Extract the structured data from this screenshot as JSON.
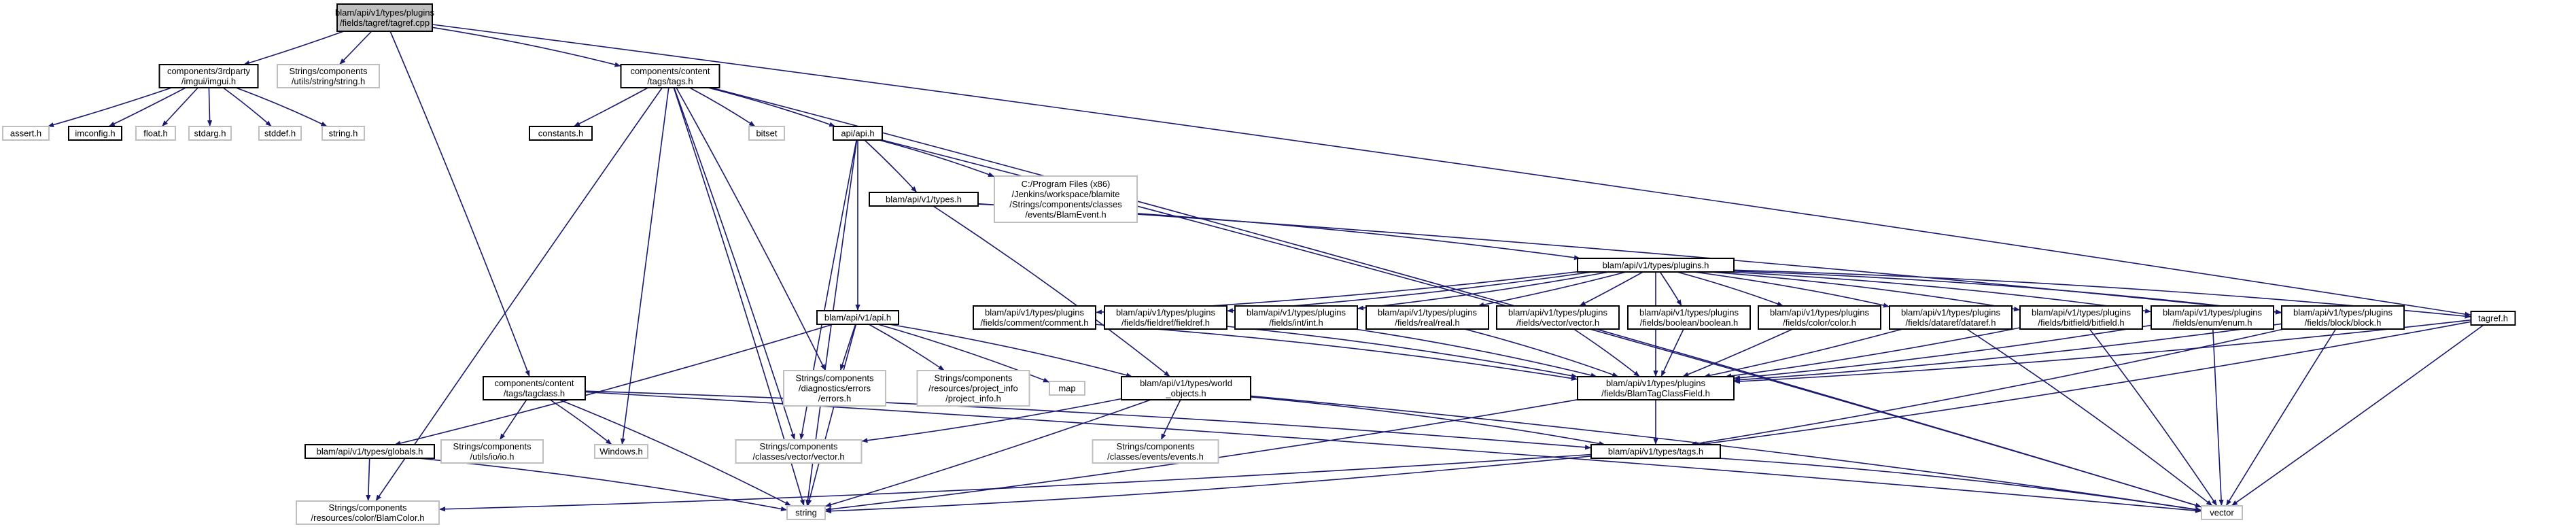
{
  "colors": {
    "edge": "#191970",
    "root_fill": "#bfbfbf",
    "documented_border": "#000000",
    "external_border": "#bfbfbf",
    "node_fill": "#ffffff"
  },
  "nodes": [
    {
      "id": "root",
      "lines": [
        "blam/api/v1/types/plugins",
        "/fields/tagref/tagref.cpp"
      ],
      "kind": "root"
    },
    {
      "id": "imgui",
      "lines": [
        "components/3rdparty",
        "/imgui/imgui.h"
      ],
      "kind": "documented"
    },
    {
      "id": "strutil",
      "lines": [
        "Strings/components",
        "/utils/string/string.h"
      ],
      "kind": "external"
    },
    {
      "id": "tags_h",
      "lines": [
        "components/content",
        "/tags/tags.h"
      ],
      "kind": "documented"
    },
    {
      "id": "tagref_h",
      "lines": [
        "tagref.h"
      ],
      "kind": "documented"
    },
    {
      "id": "assert",
      "lines": [
        "assert.h"
      ],
      "kind": "external"
    },
    {
      "id": "imconfig",
      "lines": [
        "imconfig.h"
      ],
      "kind": "documented"
    },
    {
      "id": "float",
      "lines": [
        "float.h"
      ],
      "kind": "external"
    },
    {
      "id": "stdarg",
      "lines": [
        "stdarg.h"
      ],
      "kind": "external"
    },
    {
      "id": "stddef",
      "lines": [
        "stddef.h"
      ],
      "kind": "external"
    },
    {
      "id": "string_h",
      "lines": [
        "string.h"
      ],
      "kind": "external"
    },
    {
      "id": "constants",
      "lines": [
        "constants.h"
      ],
      "kind": "documented"
    },
    {
      "id": "bitset",
      "lines": [
        "bitset"
      ],
      "kind": "external"
    },
    {
      "id": "api_h",
      "lines": [
        "api/api.h"
      ],
      "kind": "documented"
    },
    {
      "id": "blamevent",
      "lines": [
        "C:/Program Files (x86)",
        "/Jenkins/workspace/blamite",
        "/Strings/components/classes",
        "/events/BlamEvent.h"
      ],
      "kind": "external"
    },
    {
      "id": "types_h",
      "lines": [
        "blam/api/v1/types.h"
      ],
      "kind": "documented"
    },
    {
      "id": "plugins_h",
      "lines": [
        "blam/api/v1/types/plugins.h"
      ],
      "kind": "documented"
    },
    {
      "id": "comment",
      "lines": [
        "blam/api/v1/types/plugins",
        "/fields/comment/comment.h"
      ],
      "kind": "documented"
    },
    {
      "id": "fieldref",
      "lines": [
        "blam/api/v1/types/plugins",
        "/fields/fieldref/fieldref.h"
      ],
      "kind": "documented"
    },
    {
      "id": "int_h",
      "lines": [
        "blam/api/v1/types/plugins",
        "/fields/int/int.h"
      ],
      "kind": "documented"
    },
    {
      "id": "real_h",
      "lines": [
        "blam/api/v1/types/plugins",
        "/fields/real/real.h"
      ],
      "kind": "documented"
    },
    {
      "id": "vector_h",
      "lines": [
        "blam/api/v1/types/plugins",
        "/fields/vector/vector.h"
      ],
      "kind": "documented"
    },
    {
      "id": "boolean_h",
      "lines": [
        "blam/api/v1/types/plugins",
        "/fields/boolean/boolean.h"
      ],
      "kind": "documented"
    },
    {
      "id": "color_h",
      "lines": [
        "blam/api/v1/types/plugins",
        "/fields/color/color.h"
      ],
      "kind": "documented"
    },
    {
      "id": "dataref",
      "lines": [
        "blam/api/v1/types/plugins",
        "/fields/dataref/dataref.h"
      ],
      "kind": "documented"
    },
    {
      "id": "bitfield",
      "lines": [
        "blam/api/v1/types/plugins",
        "/fields/bitfield/bitfield.h"
      ],
      "kind": "documented"
    },
    {
      "id": "enum_h",
      "lines": [
        "blam/api/v1/types/plugins",
        "/fields/enum/enum.h"
      ],
      "kind": "documented"
    },
    {
      "id": "block_h",
      "lines": [
        "blam/api/v1/types/plugins",
        "/fields/block/block.h"
      ],
      "kind": "documented"
    },
    {
      "id": "v1api",
      "lines": [
        "blam/api/v1/api.h"
      ],
      "kind": "documented"
    },
    {
      "id": "tagclass",
      "lines": [
        "components/content",
        "/tags/tagclass.h"
      ],
      "kind": "documented"
    },
    {
      "id": "globals",
      "lines": [
        "blam/api/v1/types/globals.h"
      ],
      "kind": "documented"
    },
    {
      "id": "errors",
      "lines": [
        "Strings/components",
        "/diagnostics/errors",
        "/errors.h"
      ],
      "kind": "external"
    },
    {
      "id": "projinfo",
      "lines": [
        "Strings/components",
        "/resources/project_info",
        "/project_info.h"
      ],
      "kind": "external"
    },
    {
      "id": "map",
      "lines": [
        "map"
      ],
      "kind": "external"
    },
    {
      "id": "worldobj",
      "lines": [
        "blam/api/v1/types/world",
        "_objects.h"
      ],
      "kind": "documented"
    },
    {
      "id": "blamfield",
      "lines": [
        "blam/api/v1/types/plugins",
        "/fields/BlamTagClassField.h"
      ],
      "kind": "documented"
    },
    {
      "id": "iohdr",
      "lines": [
        "Strings/components",
        "/utils/io/io.h"
      ],
      "kind": "external"
    },
    {
      "id": "windows",
      "lines": [
        "Windows.h"
      ],
      "kind": "external"
    },
    {
      "id": "vectorvec",
      "lines": [
        "Strings/components",
        "/classes/vector/vector.h"
      ],
      "kind": "external"
    },
    {
      "id": "events",
      "lines": [
        "Strings/components",
        "/classes/events/events.h"
      ],
      "kind": "external"
    },
    {
      "id": "tags_types",
      "lines": [
        "blam/api/v1/types/tags.h"
      ],
      "kind": "documented"
    },
    {
      "id": "blamcolor",
      "lines": [
        "Strings/components",
        "/resources/color/BlamColor.h"
      ],
      "kind": "external"
    },
    {
      "id": "string",
      "lines": [
        "string"
      ],
      "kind": "external"
    },
    {
      "id": "vector",
      "lines": [
        "vector"
      ],
      "kind": "external"
    }
  ],
  "edges": [
    [
      "root",
      "imgui"
    ],
    [
      "root",
      "strutil"
    ],
    [
      "root",
      "tags_h"
    ],
    [
      "root",
      "tagref_h"
    ],
    [
      "root",
      "tagclass"
    ],
    [
      "imgui",
      "assert"
    ],
    [
      "imgui",
      "imconfig"
    ],
    [
      "imgui",
      "float"
    ],
    [
      "imgui",
      "stdarg"
    ],
    [
      "imgui",
      "stddef"
    ],
    [
      "imgui",
      "string_h"
    ],
    [
      "tags_h",
      "constants"
    ],
    [
      "tags_h",
      "bitset"
    ],
    [
      "tags_h",
      "api_h"
    ],
    [
      "tags_h",
      "windows"
    ],
    [
      "tags_h",
      "vectorvec"
    ],
    [
      "tags_h",
      "errors"
    ],
    [
      "tags_h",
      "string"
    ],
    [
      "tags_h",
      "blamcolor"
    ],
    [
      "tags_h",
      "vector"
    ],
    [
      "api_h",
      "blamevent"
    ],
    [
      "api_h",
      "types_h"
    ],
    [
      "api_h",
      "v1api"
    ],
    [
      "api_h",
      "string"
    ],
    [
      "api_h",
      "vectorvec"
    ],
    [
      "api_h",
      "vector"
    ],
    [
      "types_h",
      "plugins_h"
    ],
    [
      "types_h",
      "worldobj"
    ],
    [
      "types_h",
      "block_h"
    ],
    [
      "plugins_h",
      "comment"
    ],
    [
      "plugins_h",
      "fieldref"
    ],
    [
      "plugins_h",
      "int_h"
    ],
    [
      "plugins_h",
      "real_h"
    ],
    [
      "plugins_h",
      "vector_h"
    ],
    [
      "plugins_h",
      "boolean_h"
    ],
    [
      "plugins_h",
      "color_h"
    ],
    [
      "plugins_h",
      "dataref"
    ],
    [
      "plugins_h",
      "bitfield"
    ],
    [
      "plugins_h",
      "enum_h"
    ],
    [
      "plugins_h",
      "block_h"
    ],
    [
      "plugins_h",
      "tagref_h"
    ],
    [
      "plugins_h",
      "blamfield"
    ],
    [
      "comment",
      "blamfield"
    ],
    [
      "fieldref",
      "blamfield"
    ],
    [
      "int_h",
      "blamfield"
    ],
    [
      "real_h",
      "blamfield"
    ],
    [
      "vector_h",
      "blamfield"
    ],
    [
      "boolean_h",
      "blamfield"
    ],
    [
      "color_h",
      "blamfield"
    ],
    [
      "dataref",
      "blamfield"
    ],
    [
      "dataref",
      "vector"
    ],
    [
      "bitfield",
      "blamfield"
    ],
    [
      "bitfield",
      "vector"
    ],
    [
      "enum_h",
      "blamfield"
    ],
    [
      "enum_h",
      "vector"
    ],
    [
      "block_h",
      "blamfield"
    ],
    [
      "block_h",
      "tags_types"
    ],
    [
      "block_h",
      "vector"
    ],
    [
      "tagref_h",
      "blamfield"
    ],
    [
      "tagref_h",
      "tags_types"
    ],
    [
      "tagref_h",
      "vector"
    ],
    [
      "v1api",
      "globals"
    ],
    [
      "v1api",
      "errors"
    ],
    [
      "v1api",
      "projinfo"
    ],
    [
      "v1api",
      "map"
    ],
    [
      "v1api",
      "worldobj"
    ],
    [
      "v1api",
      "string"
    ],
    [
      "tagclass",
      "windows"
    ],
    [
      "tagclass",
      "tags_types"
    ],
    [
      "tagclass",
      "iohdr"
    ],
    [
      "tagclass",
      "string"
    ],
    [
      "tagclass",
      "vector"
    ],
    [
      "globals",
      "blamcolor"
    ],
    [
      "globals",
      "string"
    ],
    [
      "worldobj",
      "vectorvec"
    ],
    [
      "worldobj",
      "events"
    ],
    [
      "worldobj",
      "tags_types"
    ],
    [
      "worldobj",
      "string"
    ],
    [
      "worldobj",
      "vector"
    ],
    [
      "blamfield",
      "tags_types"
    ],
    [
      "blamfield",
      "string"
    ],
    [
      "tags_types",
      "blamcolor"
    ],
    [
      "tags_types",
      "string"
    ],
    [
      "tags_types",
      "vector"
    ]
  ]
}
